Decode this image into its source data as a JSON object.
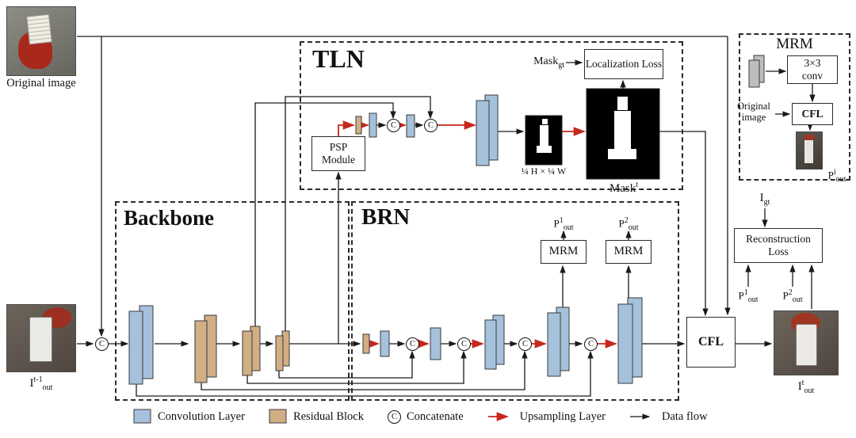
{
  "figure": {
    "modules": {
      "tln": "TLN",
      "backbone": "Backbone",
      "brn": "BRN",
      "mrm": "MRM",
      "psp_module": "PSP Module",
      "cfl": "CFL",
      "conv_3x3": "3×3 conv",
      "localization_loss": "Localization Loss",
      "reconstruction_loss": "Reconstruction Loss"
    },
    "labels": {
      "original_image": "Original image",
      "feature_size": "¼ H × ¼ W",
      "i_prev": {
        "base": "I",
        "sup": "t-1",
        "sub": "out"
      },
      "i_out": {
        "base": "I",
        "sup": "t",
        "sub": "out"
      },
      "i_gt": {
        "base": "I",
        "sub": "gt"
      },
      "p1": {
        "base": "P",
        "sup": "1",
        "sub": "out"
      },
      "p2": {
        "base": "P",
        "sup": "2",
        "sub": "out"
      },
      "p_i": {
        "base": "P",
        "sup": "i",
        "sub": "out"
      },
      "mask_t": {
        "base": "Mask",
        "sup": "t"
      },
      "mask_gt": {
        "base": "Mask",
        "sub": "gt"
      }
    },
    "legend": {
      "concat_symbol": "C",
      "items": [
        {
          "label": "Convolution Layer"
        },
        {
          "label": "Residual Block"
        },
        {
          "label": "Concatenate"
        },
        {
          "label": "Upsampling Layer"
        },
        {
          "label": "Data flow"
        }
      ]
    },
    "colors": {
      "conv_layer": "#a6c1dc",
      "residual_block": "#d2ae85",
      "feature_map": "#bdbdbd",
      "mask_bg": "#000000",
      "upsample_arrow": "#c6281e",
      "data_flow": "#1a1a1a"
    }
  }
}
